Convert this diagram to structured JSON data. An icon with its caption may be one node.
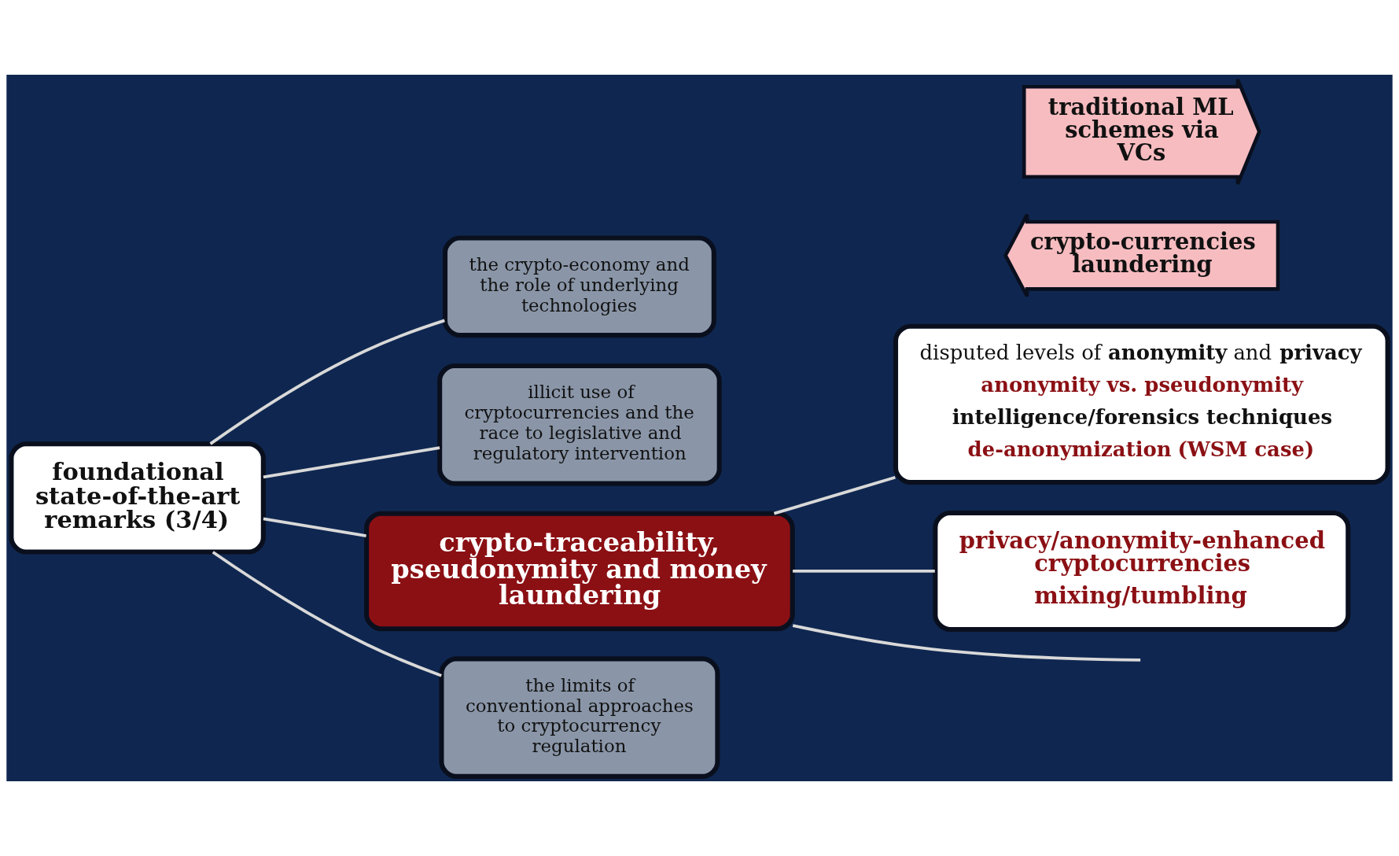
{
  "diagram": {
    "nodes": [
      {
        "text": [
          "foundational state-of-the-art remarks (3/4)"
        ]
      },
      {
        "text": [
          "the crypto-economy and the role of underlying technologies"
        ]
      },
      {
        "text": [
          "illicit use of cryptocurrencies and the race to legislative and regulatory intervention"
        ]
      },
      {
        "text": [
          "crypto-traceability, pseudonymity and money laundering"
        ]
      },
      {
        "text": [
          "the limits of conventional approaches to cryptocurrency regulation"
        ]
      },
      {
        "text": [
          "disputed levels of **anonymity** and **privacy**",
          "anonymity vs. pseudonymity",
          "intelligence/forensics techniques",
          "**de-anonymization** (WSM case)"
        ]
      },
      {
        "text": [
          "privacy/anonymity-enhanced cryptocurrencies",
          "mixing/tumbling"
        ]
      },
      {
        "text": [
          "traditional ML schemes via VCs"
        ]
      },
      {
        "text": [
          "crypto-currencies laundering"
        ]
      }
    ],
    "edges": [
      {
        "from": 0,
        "to": 1,
        "arrow": "none"
      },
      {
        "from": 0,
        "to": 2,
        "arrow": "none"
      },
      {
        "from": 0,
        "to": 3,
        "arrow": "none"
      },
      {
        "from": 0,
        "to": 4,
        "arrow": "none"
      },
      {
        "from": 3,
        "to": 5,
        "arrow": "none"
      },
      {
        "from": 3,
        "to": 6,
        "arrow": "none"
      },
      {
        "from": 3,
        "to": null,
        "arrow": "none"
      }
    ]
  }
}
